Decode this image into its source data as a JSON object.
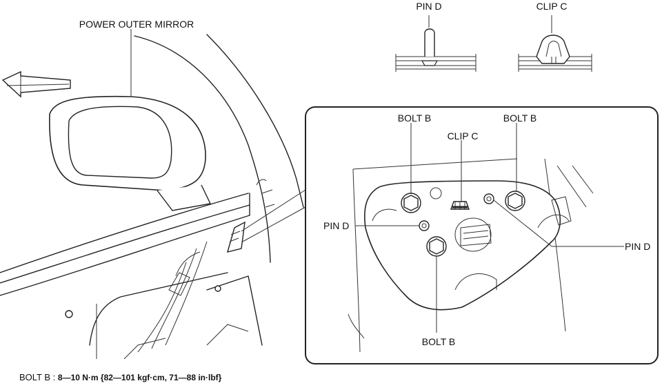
{
  "labels": {
    "power_outer_mirror": "POWER OUTER MIRROR",
    "pin_d_top": "PIN D",
    "clip_c_top": "CLIP C",
    "bolt_b_left": "BOLT B",
    "bolt_b_right": "BOLT B",
    "clip_c_detail": "CLIP C",
    "pin_d_left": "PIN D",
    "pin_d_right": "PIN D",
    "bolt_b_bottom": "BOLT B"
  },
  "torque_spec": {
    "part": "BOLT B :",
    "value": "8—10 N·m {82—101 kgf·cm, 71—88 in·lbf}"
  }
}
